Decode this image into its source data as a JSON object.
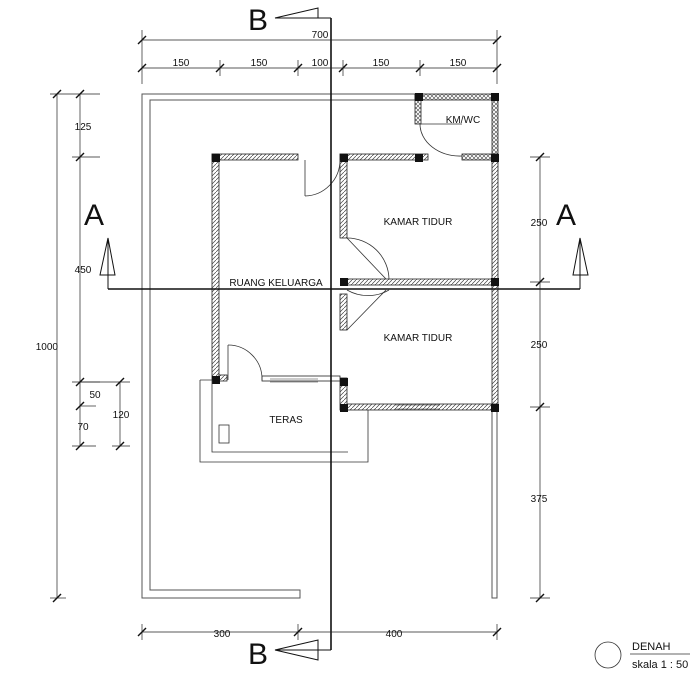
{
  "dimensions": {
    "top_total": "700",
    "top_segments": [
      "150",
      "150",
      "100",
      "150",
      "150"
    ],
    "left_total": "1000",
    "left_segments": [
      "125",
      "450"
    ],
    "left_small": [
      "50",
      "70",
      "120"
    ],
    "right_segments": [
      "250",
      "250",
      "375"
    ],
    "bottom_segments": [
      "300",
      "400"
    ]
  },
  "rooms": {
    "kmwc": "KM/WC",
    "kamar_tidur_1": "KAMAR TIDUR",
    "kamar_tidur_2": "KAMAR TIDUR",
    "ruang_keluarga": "RUANG KELUARGA",
    "teras": "TERAS"
  },
  "section_markers": {
    "a_left": "A",
    "a_right": "A",
    "b_top": "B",
    "b_bottom": "B"
  },
  "caption": {
    "title": "DENAH",
    "scale": "skala 1 : 50"
  }
}
